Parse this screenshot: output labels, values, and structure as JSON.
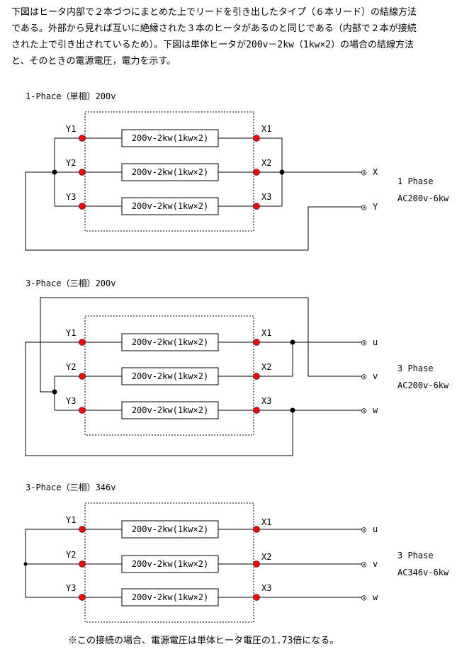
{
  "intro": {
    "lines": [
      "下図はヒータ内部で２本づつにまとめた上でリードを引き出したタイプ（６本リード）の結線方法",
      "である。外部から見れば互いに絶縁された３本のヒータがあるのと同じである（内部で２本が接続",
      "された上で引き出されているため）。下図は単体ヒータが200v－2kw（1kw×2）の場合の結線方法",
      "と、そのときの電源電圧，電力を示す。"
    ]
  },
  "heater_label": "200v-2kw(1kw×2)",
  "terminal_labels": {
    "left": [
      "Y1",
      "Y2",
      "Y3"
    ],
    "right": [
      "X1",
      "X2",
      "X3"
    ]
  },
  "output_symbol": "◎",
  "colors": {
    "terminal": "#ff0000",
    "wire": "#000000"
  },
  "diagrams": [
    {
      "title": "1-Phace（単相）200v",
      "outputs": [
        "X",
        "Y"
      ],
      "side": [
        "1 Phase",
        "AC200v-6kw"
      ]
    },
    {
      "title": "3-Phace（三相）200v",
      "outputs": [
        "u",
        "v",
        "w"
      ],
      "side": [
        "3 Phase",
        "AC200v-6kw"
      ]
    },
    {
      "title": "3-Phace（三相）346v",
      "outputs": [
        "u",
        "v",
        "w"
      ],
      "side": [
        "3 Phase",
        "AC346v-6kw"
      ]
    }
  ],
  "note": "※この接続の場合、電源電圧は単体ヒータ電圧の1.73倍になる。"
}
